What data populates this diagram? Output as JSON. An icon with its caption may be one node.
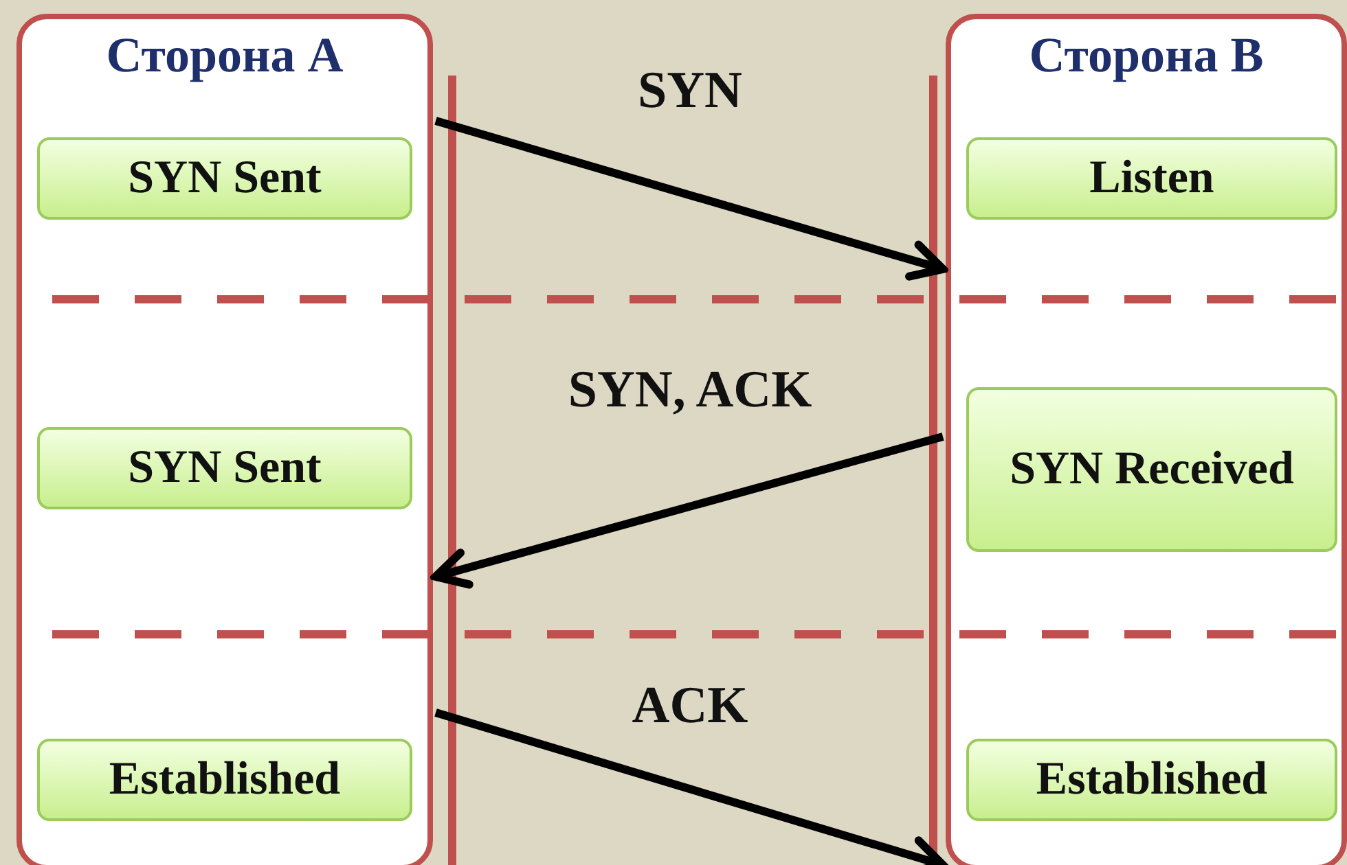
{
  "diagram": {
    "nodes": [
      {
        "text": [
          "Сторона А"
        ]
      },
      {
        "text": [
          "Сторона В"
        ]
      },
      {
        "text": [
          "SYN Sent"
        ],
        "in": 0
      },
      {
        "text": [
          "Listen"
        ],
        "in": 1
      },
      {
        "text": [
          "SYN Sent"
        ],
        "in": 0
      },
      {
        "text": [
          "SYN Received"
        ],
        "in": 1
      },
      {
        "text": [
          "Established"
        ],
        "in": 0
      },
      {
        "text": [
          "Established"
        ],
        "in": 1
      }
    ],
    "edges": [
      {
        "from": 0,
        "to": 1,
        "arrow": "to",
        "label": "SYN"
      },
      {
        "from": 1,
        "to": 0,
        "arrow": "to",
        "label": "SYN, ACK"
      },
      {
        "from": 0,
        "to": 1,
        "arrow": "to",
        "label": "ACK"
      }
    ]
  }
}
